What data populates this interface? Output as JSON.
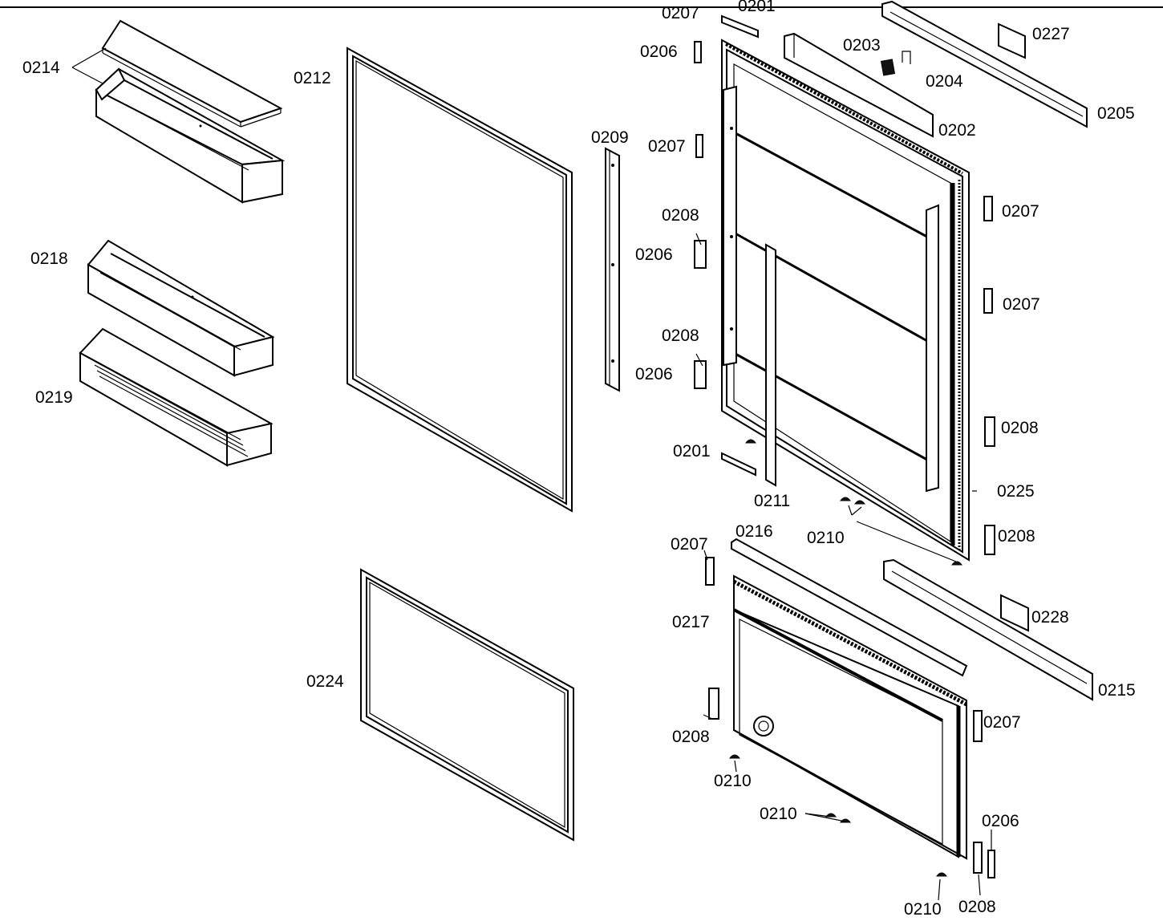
{
  "parts": {
    "p0201a": "0201",
    "p0207a": "0207",
    "p0206a": "0206",
    "p0203": "0203",
    "p0204": "0204",
    "p0227": "0227",
    "p0205": "0205",
    "p0202": "0202",
    "p0214": "0214",
    "p0212": "0212",
    "p0209": "0209",
    "p0207b": "0207",
    "p0207c": "0207",
    "p0208a": "0208",
    "p0206b": "0206",
    "p0207d": "0207",
    "p0218": "0218",
    "p0208b": "0208",
    "p0206c": "0206",
    "p0219": "0219",
    "p0208c": "0208",
    "p0201b": "0201",
    "p0211": "0211",
    "p0225": "0225",
    "p0216": "0216",
    "p0210a": "0210",
    "p0208d": "0208",
    "p0207e": "0207",
    "p0228": "0228",
    "p0217": "0217",
    "p0224": "0224",
    "p0215": "0215",
    "p0207f": "0207",
    "p0208e": "0208",
    "p0210b": "0210",
    "p0210c": "0210",
    "p0206d": "0206",
    "p0210d": "0210",
    "p0208f": "0208"
  }
}
